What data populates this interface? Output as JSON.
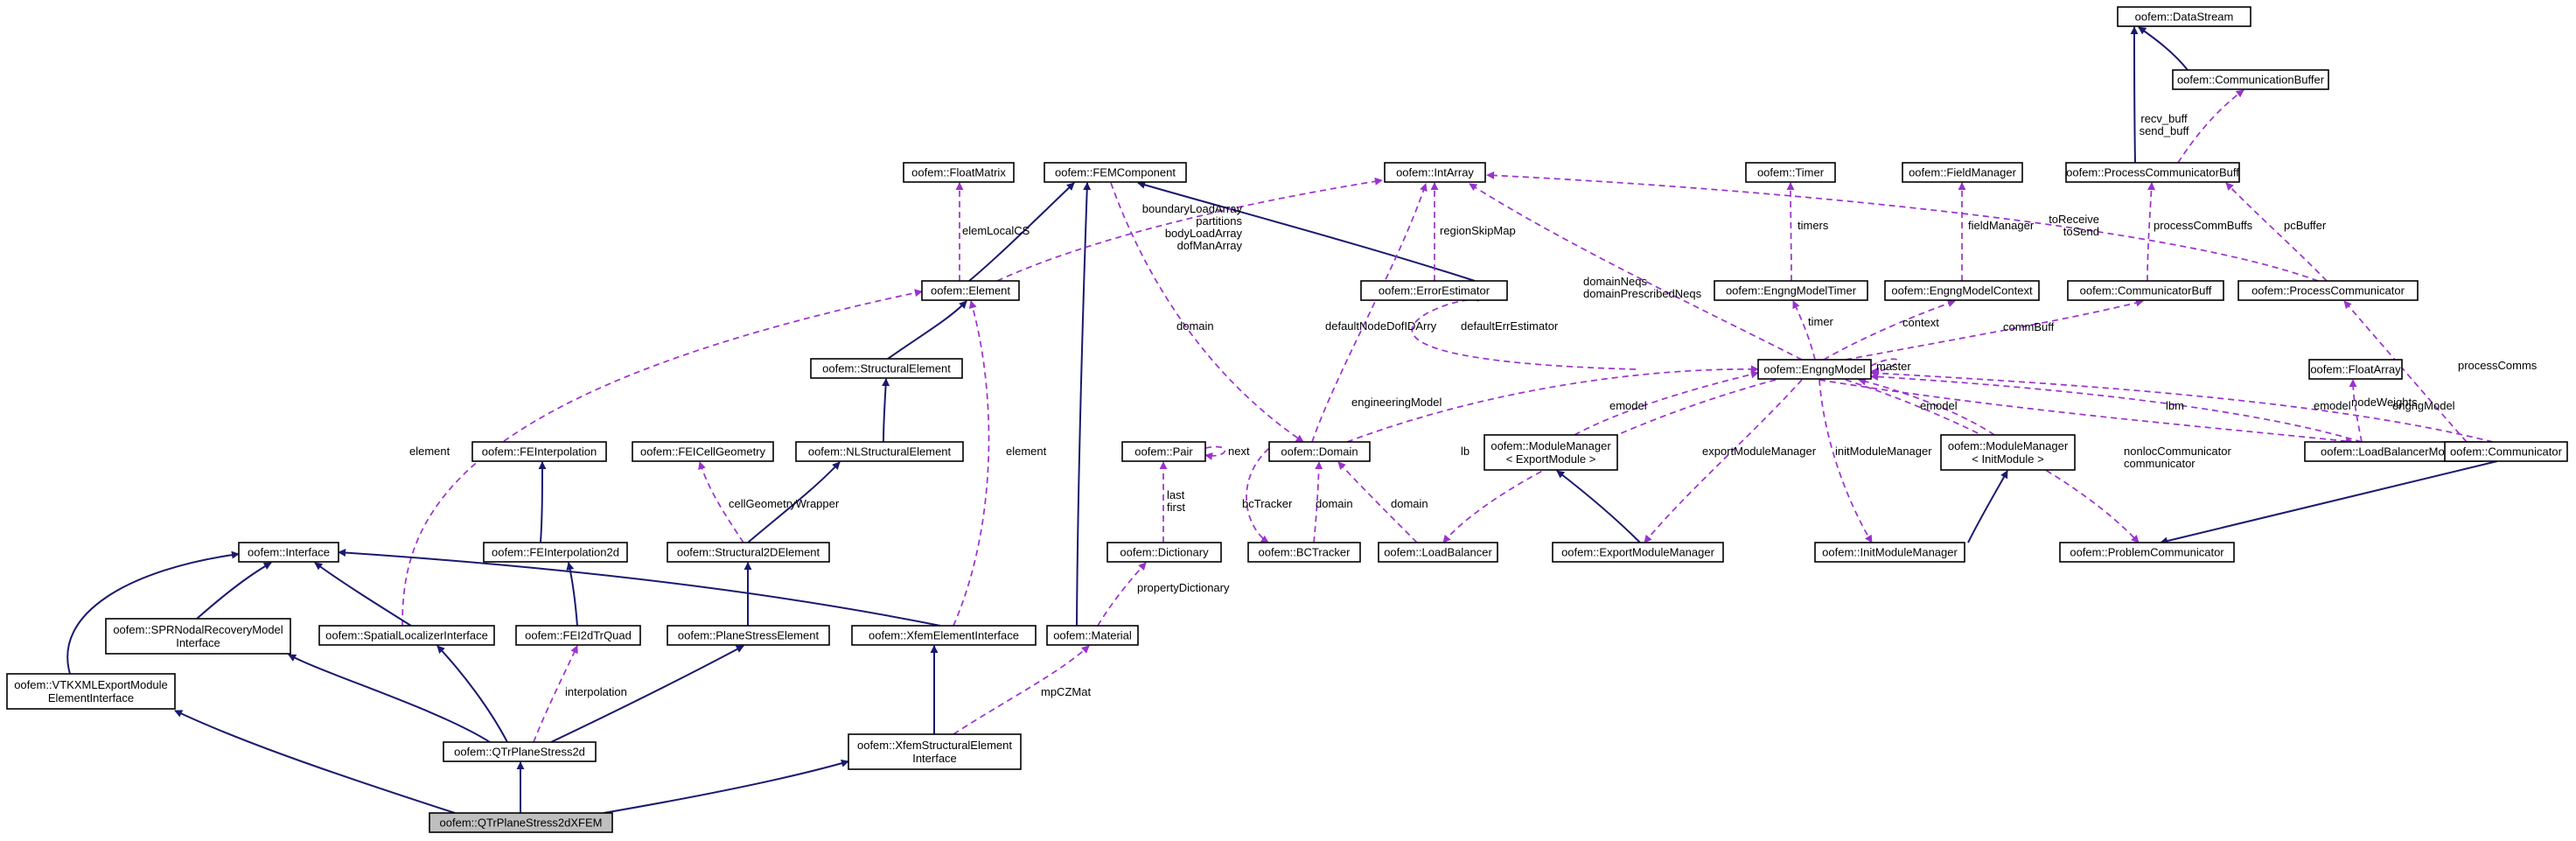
{
  "diagram": {
    "title": "",
    "colors": {
      "inheritance": "#191970",
      "usage": "#9a32cd",
      "node_border": "#000000",
      "focus_fill": "#bfbfbf"
    },
    "nodes": {
      "datastream": [
        "oofem::DataStream"
      ],
      "commbuffer": [
        "oofem::CommunicationBuffer"
      ],
      "proccommbuff": [
        "oofem::ProcessCommunicatorBuff"
      ],
      "floatmatrix": [
        "oofem::FloatMatrix"
      ],
      "femcomponent": [
        "oofem::FEMComponent"
      ],
      "intarray": [
        "oofem::IntArray"
      ],
      "timer": [
        "oofem::Timer"
      ],
      "fieldmanager": [
        "oofem::FieldManager"
      ],
      "element": [
        "oofem::Element"
      ],
      "errorestimator": [
        "oofem::ErrorEstimator"
      ],
      "engngmodeltimer": [
        "oofem::EngngModelTimer"
      ],
      "engngmodelcontext": [
        "oofem::EngngModelContext"
      ],
      "commbuff": [
        "oofem::CommunicatorBuff"
      ],
      "proccomm": [
        "oofem::ProcessCommunicator"
      ],
      "structuralelement": [
        "oofem::StructuralElement"
      ],
      "engngmodel": [
        "oofem::EngngModel"
      ],
      "floatarray": [
        "oofem::FloatArray"
      ],
      "feinterpolation": [
        "oofem::FEInterpolation"
      ],
      "feicellgeometry": [
        "oofem::FEICellGeometry"
      ],
      "nlstructuralelement": [
        "oofem::NLStructuralElement"
      ],
      "pair": [
        "oofem::Pair"
      ],
      "domain": [
        "oofem::Domain"
      ],
      "mm_export": [
        "oofem::ModuleManager",
        "< ExportModule >"
      ],
      "mm_init": [
        "oofem::ModuleManager",
        "< InitModule >"
      ],
      "lbmonitor": [
        "oofem::LoadBalancerMonitor"
      ],
      "communicator": [
        "oofem::Communicator"
      ],
      "interface": [
        "oofem::Interface"
      ],
      "feinterpolation2d": [
        "oofem::FEInterpolation2d"
      ],
      "structural2delement": [
        "oofem::Structural2DElement"
      ],
      "dictionary": [
        "oofem::Dictionary"
      ],
      "bctracker": [
        "oofem::BCTracker"
      ],
      "loadbalancer": [
        "oofem::LoadBalancer"
      ],
      "exportmodulemanager": [
        "oofem::ExportModuleManager"
      ],
      "initmodulemanager": [
        "oofem::InitModuleManager"
      ],
      "problemcommunicator": [
        "oofem::ProblemCommunicator"
      ],
      "sprnodal": [
        "oofem::SPRNodalRecoveryModel",
        "Interface"
      ],
      "spatiallocalizer": [
        "oofem::SpatialLocalizerInterface"
      ],
      "fei2dtrquad": [
        "oofem::FEI2dTrQuad"
      ],
      "planestresselement": [
        "oofem::PlaneStressElement"
      ],
      "xfemelementinterface": [
        "oofem::XfemElementInterface"
      ],
      "material": [
        "oofem::Material"
      ],
      "vtkxml": [
        "oofem::VTKXMLExportModule",
        "ElementInterface"
      ],
      "qtrplanestress2d": [
        "oofem::QTrPlaneStress2d"
      ],
      "xfemstructural": [
        "oofem::XfemStructuralElement",
        "Interface"
      ],
      "qtrxfem": [
        "oofem::QTrPlaneStress2dXFEM"
      ]
    },
    "edge_labels": {
      "recv_send": [
        "recv_buff",
        "send_buff"
      ],
      "elemLocalCS": [
        "elemLocalCS"
      ],
      "elem_arrays": [
        "boundaryLoadArray",
        "partitions",
        "bodyLoadArray",
        "dofManArray"
      ],
      "regionSkipMap": [
        "regionSkipMap"
      ],
      "timers": [
        "timers"
      ],
      "fieldManager": [
        "fieldManager"
      ],
      "toReceive": [
        "toReceive",
        "toSend"
      ],
      "processCommBuffs": [
        "processCommBuffs"
      ],
      "pcBuffer": [
        "pcBuffer"
      ],
      "domainNeqs": [
        "domainNeqs",
        "domainPrescribedNeqs"
      ],
      "domain": [
        "domain"
      ],
      "defaultNodeDofIDArry": [
        "defaultNodeDofIDArry"
      ],
      "defaultErrEstimator": [
        "defaultErrEstimator"
      ],
      "timer": [
        "timer"
      ],
      "context": [
        "context"
      ],
      "commBuff": [
        "commBuff"
      ],
      "master": [
        "master"
      ],
      "processComms": [
        "processComms"
      ],
      "nodeWeights": [
        "nodeWeights"
      ],
      "element_left": [
        "element"
      ],
      "element_right": [
        "element"
      ],
      "engineeringModel": [
        "engineeringModel"
      ],
      "emodel1": [
        "emodel"
      ],
      "emodel2": [
        "emodel"
      ],
      "emodel3": [
        "emodel"
      ],
      "lbm": [
        "lbm"
      ],
      "engngModel": [
        "engngModel"
      ],
      "next": [
        "next"
      ],
      "lb": [
        "lb"
      ],
      "exportModuleManager": [
        "exportModuleManager"
      ],
      "initModuleManager": [
        "initModuleManager"
      ],
      "nonlocComm": [
        "nonlocCommunicator",
        "communicator"
      ],
      "lastfirst": [
        "last",
        "first"
      ],
      "bcTracker": [
        "bcTracker"
      ],
      "domain2": [
        "domain"
      ],
      "domain3": [
        "domain"
      ],
      "cellGeometryWrapper": [
        "cellGeometryWrapper"
      ],
      "propertyDictionary": [
        "propertyDictionary"
      ],
      "interpolation": [
        "interpolation"
      ],
      "mpCZMat": [
        "mpCZMat"
      ]
    }
  }
}
